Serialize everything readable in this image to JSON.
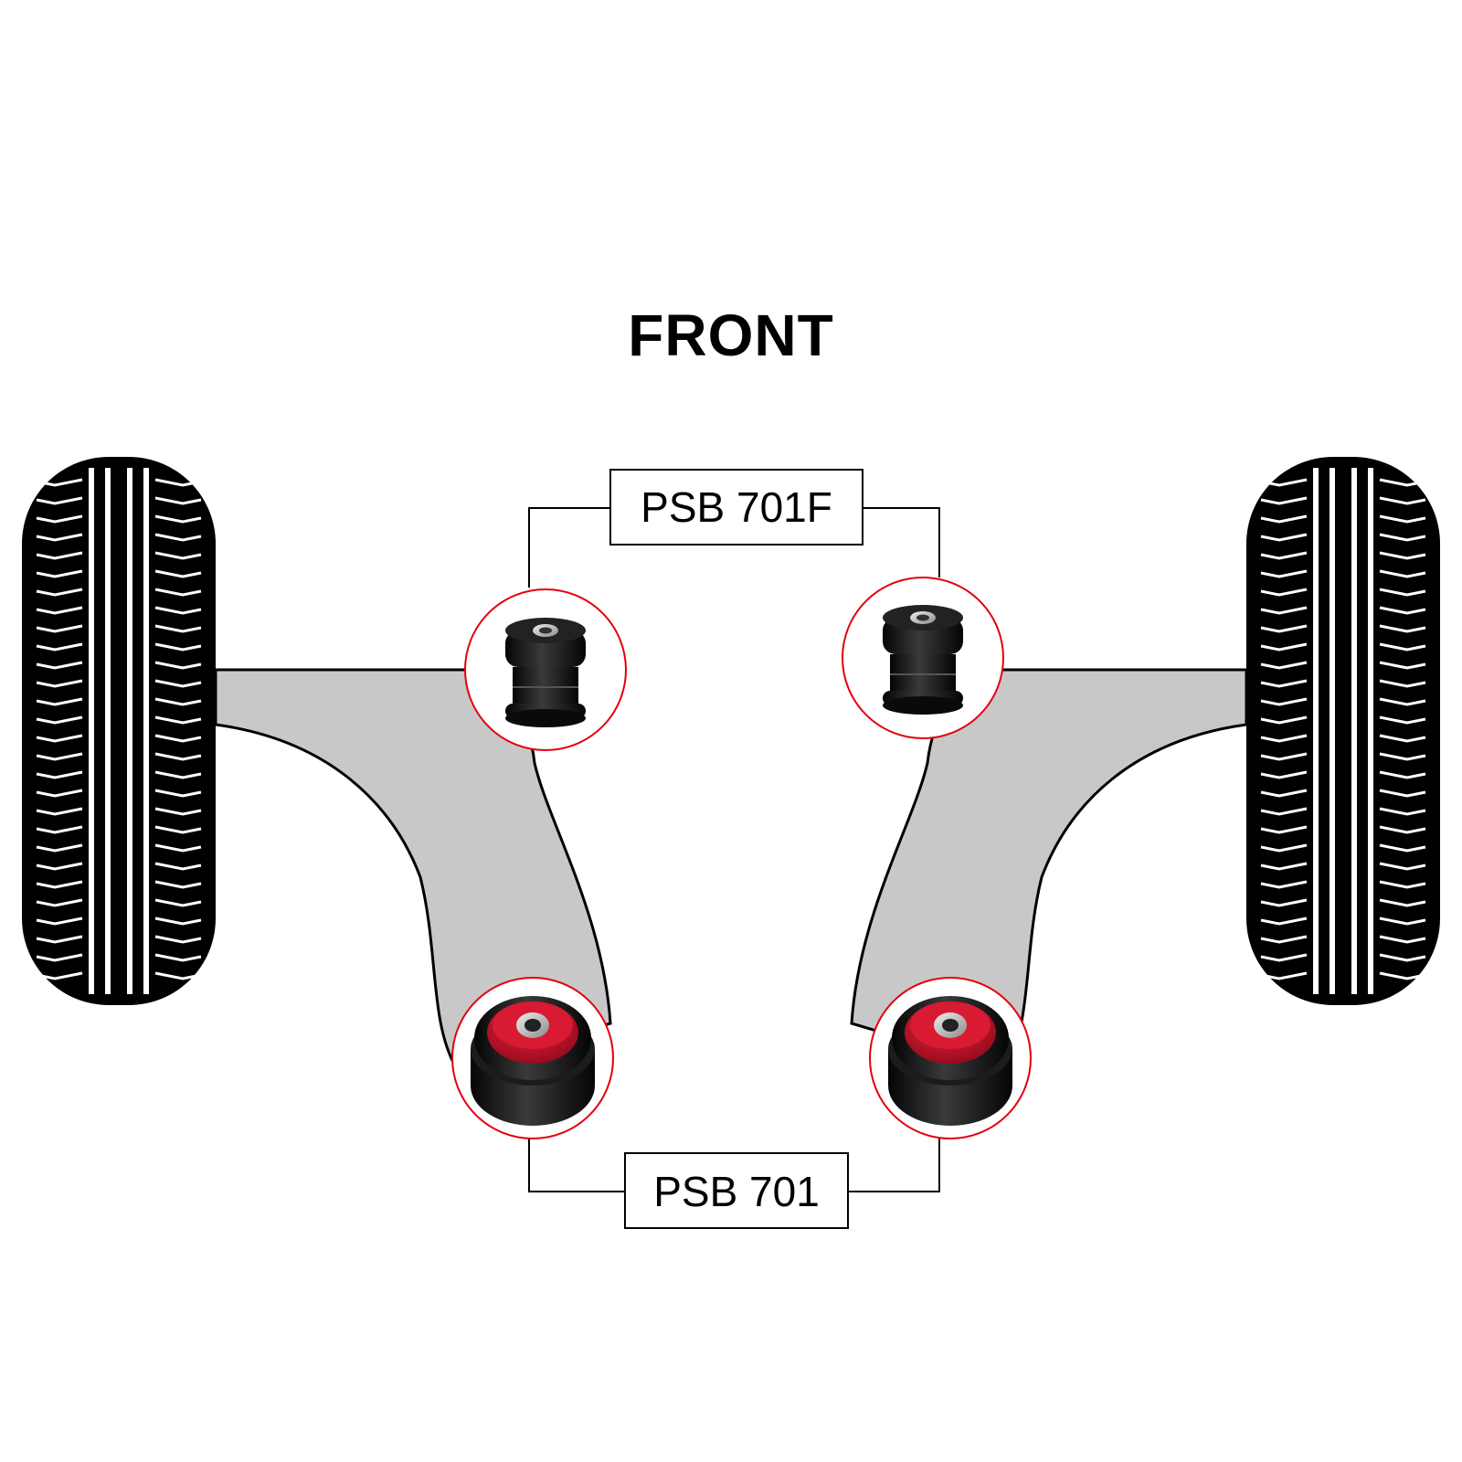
{
  "diagram": {
    "title": "FRONT",
    "labels": {
      "upper_bush": "PSB 701F",
      "lower_bush": "PSB 701"
    },
    "colors": {
      "arm_fill": "#c8c8c8",
      "outline": "#000000",
      "callout_circle": "#e3000f",
      "bush_red": "#c8102e",
      "bush_black": "#111111",
      "tyre": "#000000",
      "tread": "#ffffff"
    }
  }
}
